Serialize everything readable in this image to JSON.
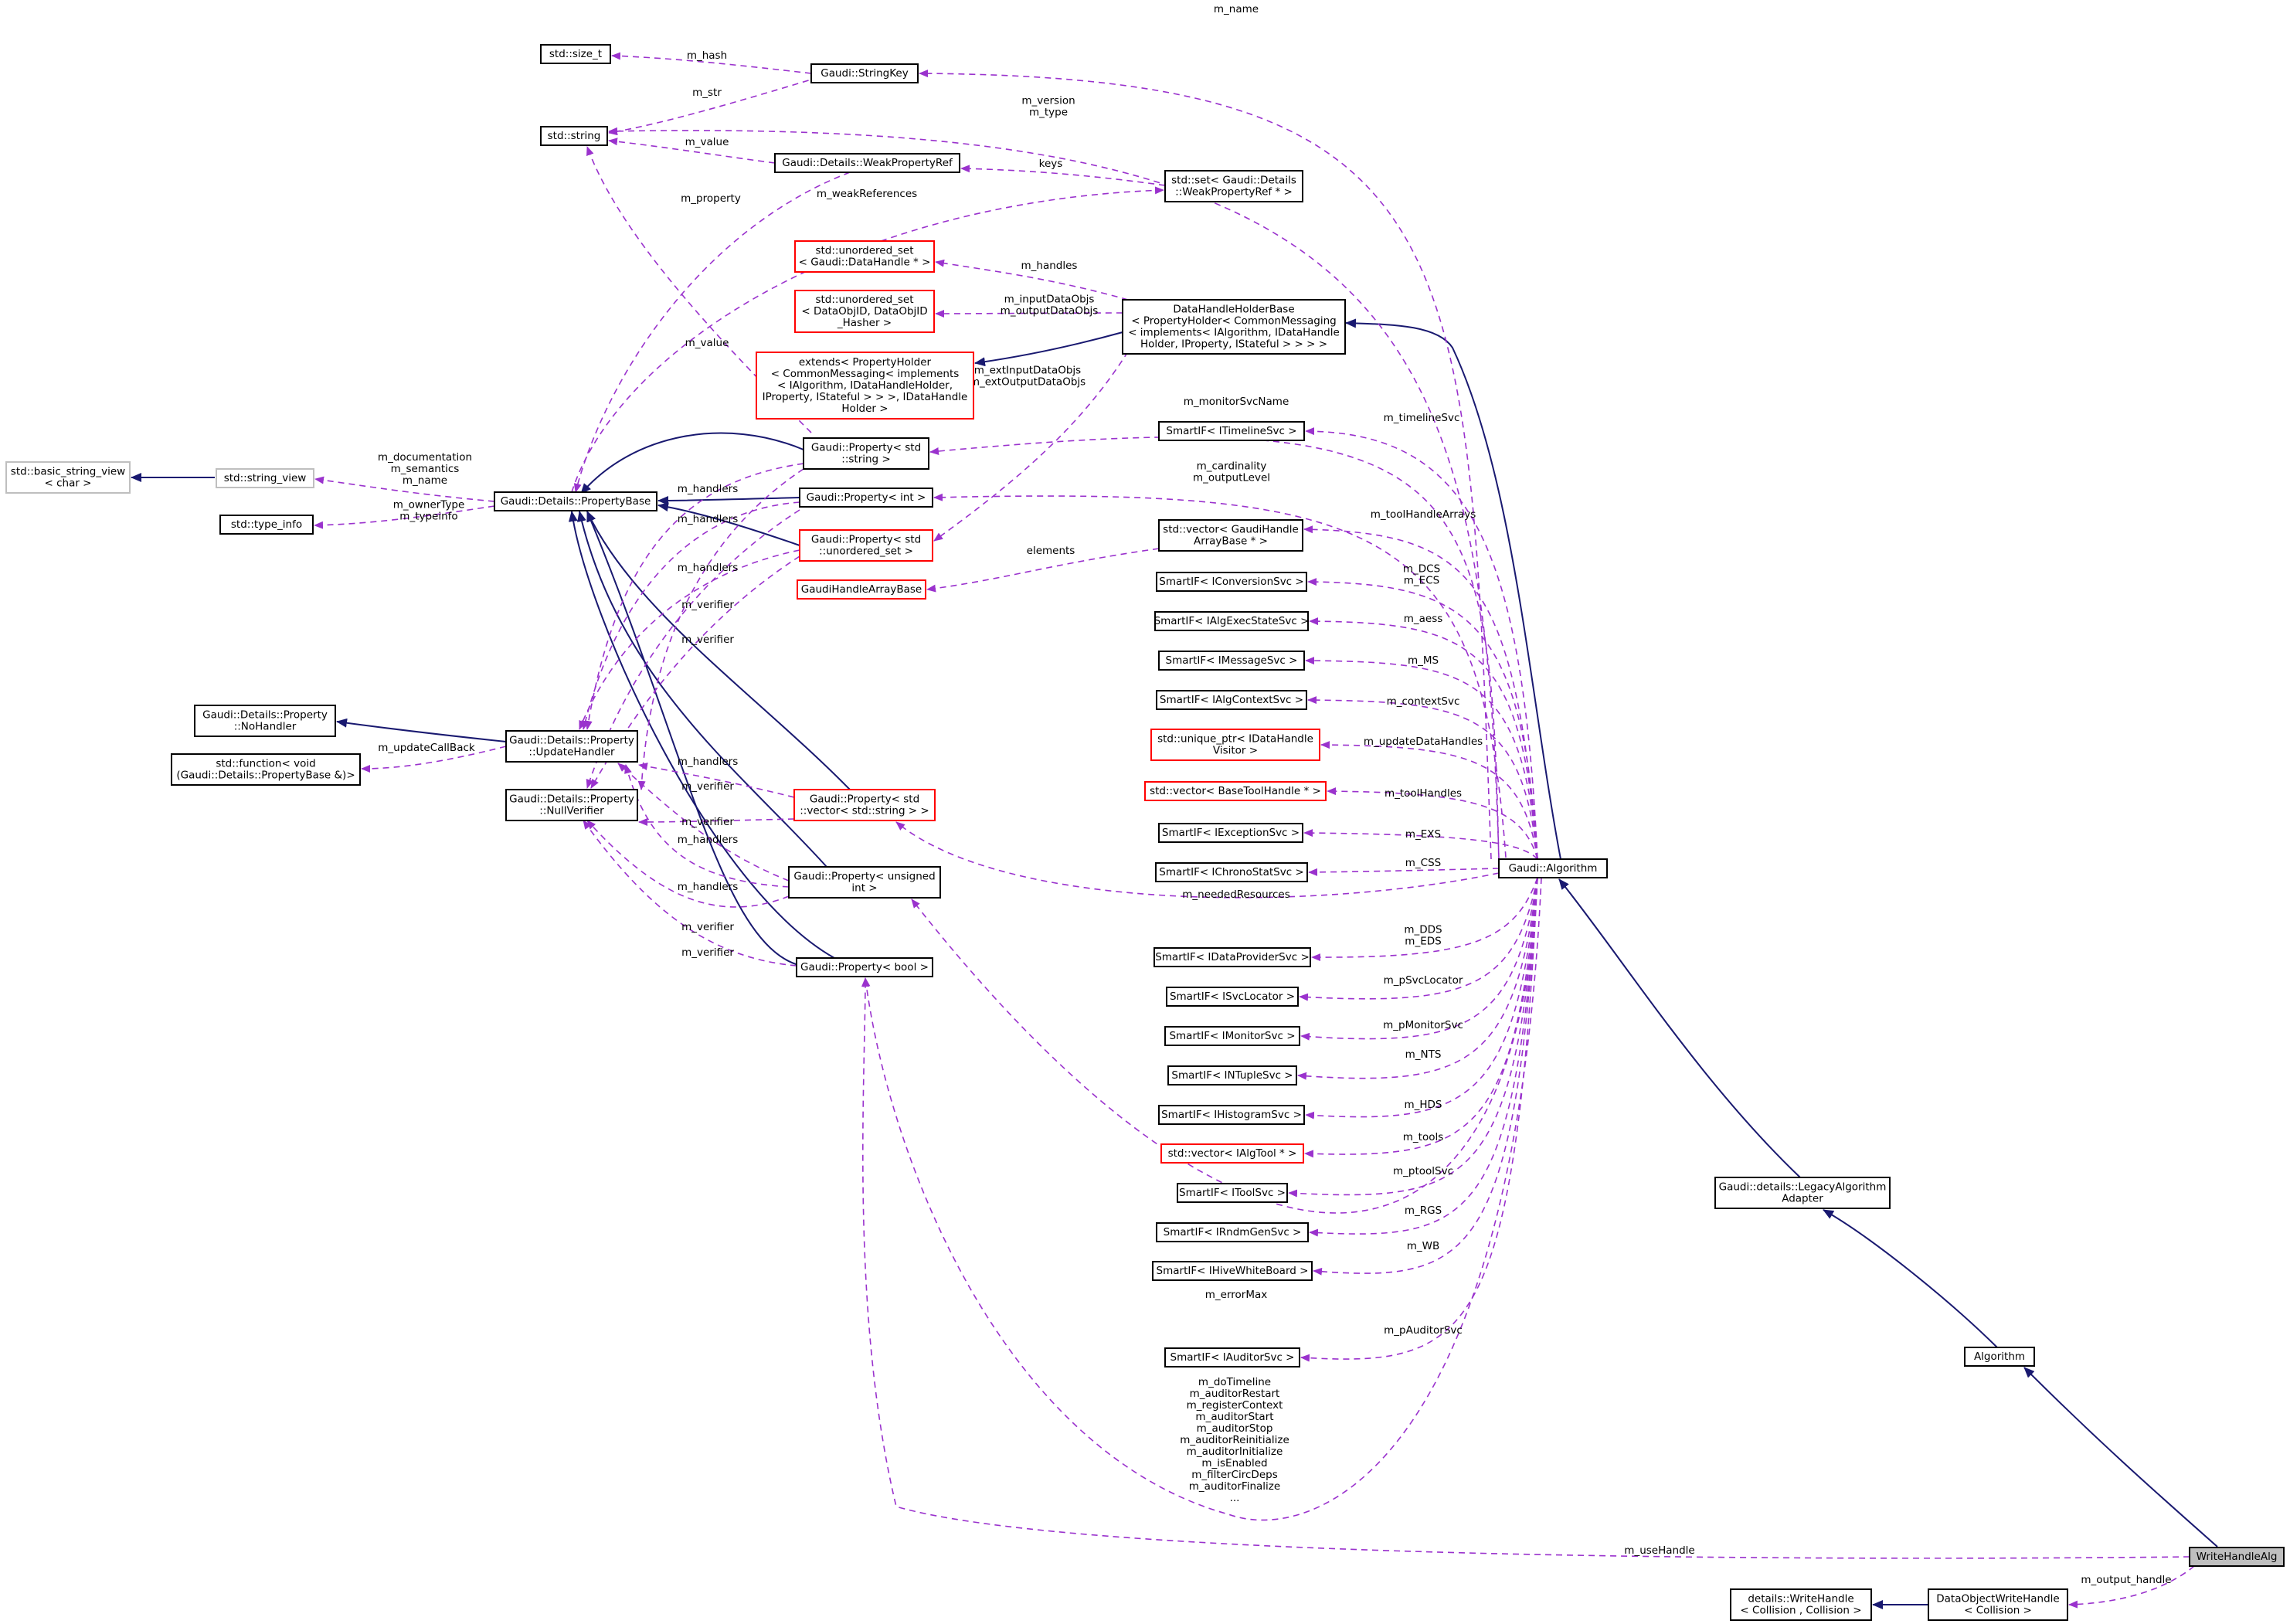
{
  "diagram": {
    "colors": {
      "normal_border": "#000000",
      "red_border": "#ff0000",
      "gray_border": "#bfbfbf",
      "highlight_fill": "#bfbfbf",
      "inheritance_edge": "#191970",
      "usage_edge": "#9a32cd"
    },
    "nodes": [
      {
        "id": "size_t",
        "lines": [
          "std::size_t"
        ],
        "style": "normal"
      },
      {
        "id": "stringkey",
        "lines": [
          "Gaudi::StringKey"
        ],
        "style": "normal"
      },
      {
        "id": "string",
        "lines": [
          "std::string"
        ],
        "style": "normal"
      },
      {
        "id": "weakref",
        "lines": [
          "Gaudi::Details::WeakPropertyRef"
        ],
        "style": "normal"
      },
      {
        "id": "setweak",
        "lines": [
          "std::set< Gaudi::Details",
          "::WeakPropertyRef * >"
        ],
        "style": "normal"
      },
      {
        "id": "uset_dh",
        "lines": [
          "std::unordered_set",
          "< Gaudi::DataHandle * >"
        ],
        "style": "red"
      },
      {
        "id": "uset_do",
        "lines": [
          "std::unordered_set",
          "< DataObjID, DataObjID",
          "_Hasher >"
        ],
        "style": "red"
      },
      {
        "id": "extends",
        "lines": [
          "extends< PropertyHolder",
          "< CommonMessaging< implements",
          "< IAlgorithm, IDataHandleHolder,",
          "IProperty, IStateful > > >, IDataHandle",
          "Holder >"
        ],
        "style": "red"
      },
      {
        "id": "dhhb",
        "lines": [
          "DataHandleHolderBase",
          "< PropertyHolder< CommonMessaging",
          "< implements< IAlgorithm, IDataHandle",
          "Holder, IProperty, IStateful > > > >"
        ],
        "style": "normal"
      },
      {
        "id": "bsv",
        "lines": [
          "std::basic_string_view",
          "< char >"
        ],
        "style": "gray"
      },
      {
        "id": "sv",
        "lines": [
          "std::string_view"
        ],
        "style": "gray"
      },
      {
        "id": "typeinfo",
        "lines": [
          "std::type_info"
        ],
        "style": "normal"
      },
      {
        "id": "pbase",
        "lines": [
          "Gaudi::Details::PropertyBase"
        ],
        "style": "normal"
      },
      {
        "id": "pstring",
        "lines": [
          "Gaudi::Property< std",
          "::string >"
        ],
        "style": "normal"
      },
      {
        "id": "pint",
        "lines": [
          "Gaudi::Property< int >"
        ],
        "style": "normal"
      },
      {
        "id": "puset",
        "lines": [
          "Gaudi::Property< std",
          "::unordered_set >"
        ],
        "style": "red"
      },
      {
        "id": "ghab",
        "lines": [
          "GaudiHandleArrayBase"
        ],
        "style": "red"
      },
      {
        "id": "nohandler",
        "lines": [
          "Gaudi::Details::Property",
          "::NoHandler"
        ],
        "style": "normal"
      },
      {
        "id": "function",
        "lines": [
          "std::function< void",
          "(Gaudi::Details::PropertyBase &)>"
        ],
        "style": "normal"
      },
      {
        "id": "updh",
        "lines": [
          "Gaudi::Details::Property",
          "::UpdateHandler"
        ],
        "style": "normal"
      },
      {
        "id": "nullv",
        "lines": [
          "Gaudi::Details::Property",
          "::NullVerifier"
        ],
        "style": "normal"
      },
      {
        "id": "pvec",
        "lines": [
          "Gaudi::Property< std",
          "::vector< std::string > >"
        ],
        "style": "red"
      },
      {
        "id": "puint",
        "lines": [
          "Gaudi::Property< unsigned",
          "int >"
        ],
        "style": "normal"
      },
      {
        "id": "pbool",
        "lines": [
          "Gaudi::Property< bool >"
        ],
        "style": "normal"
      },
      {
        "id": "s_timeline",
        "lines": [
          "SmartIF< ITimelineSvc >"
        ],
        "style": "normal"
      },
      {
        "id": "v_ghab",
        "lines": [
          "std::vector< GaudiHandle",
          "ArrayBase * >"
        ],
        "style": "normal"
      },
      {
        "id": "s_conv",
        "lines": [
          "SmartIF< IConversionSvc >"
        ],
        "style": "normal"
      },
      {
        "id": "s_aess",
        "lines": [
          "SmartIF< IAlgExecStateSvc >"
        ],
        "style": "normal"
      },
      {
        "id": "s_msg",
        "lines": [
          "SmartIF< IMessageSvc >"
        ],
        "style": "normal"
      },
      {
        "id": "s_ctx",
        "lines": [
          "SmartIF< IAlgContextSvc >"
        ],
        "style": "normal"
      },
      {
        "id": "uptr",
        "lines": [
          "std::unique_ptr< IDataHandle",
          "Visitor >"
        ],
        "style": "red"
      },
      {
        "id": "v_bth",
        "lines": [
          "std::vector< BaseToolHandle * >"
        ],
        "style": "red"
      },
      {
        "id": "s_exc",
        "lines": [
          "SmartIF< IExceptionSvc >"
        ],
        "style": "normal"
      },
      {
        "id": "s_chrono",
        "lines": [
          "SmartIF< IChronoStatSvc >"
        ],
        "style": "normal"
      },
      {
        "id": "algorithm",
        "lines": [
          "Gaudi::Algorithm"
        ],
        "style": "normal"
      },
      {
        "id": "s_dps",
        "lines": [
          "SmartIF< IDataProviderSvc >"
        ],
        "style": "normal"
      },
      {
        "id": "s_svcloc",
        "lines": [
          "SmartIF< ISvcLocator >"
        ],
        "style": "normal"
      },
      {
        "id": "s_mon",
        "lines": [
          "SmartIF< IMonitorSvc >"
        ],
        "style": "normal"
      },
      {
        "id": "s_ntuple",
        "lines": [
          "SmartIF< INTupleSvc >"
        ],
        "style": "normal"
      },
      {
        "id": "s_hist",
        "lines": [
          "SmartIF< IHistogramSvc >"
        ],
        "style": "normal"
      },
      {
        "id": "v_algtool",
        "lines": [
          "std::vector< IAlgTool * >"
        ],
        "style": "red"
      },
      {
        "id": "s_tool",
        "lines": [
          "SmartIF< IToolSvc >"
        ],
        "style": "normal"
      },
      {
        "id": "s_rndm",
        "lines": [
          "SmartIF< IRndmGenSvc >"
        ],
        "style": "normal"
      },
      {
        "id": "s_hive",
        "lines": [
          "SmartIF< IHiveWhiteBoard >"
        ],
        "style": "normal"
      },
      {
        "id": "s_aud",
        "lines": [
          "SmartIF< IAuditorSvc >"
        ],
        "style": "normal"
      },
      {
        "id": "legacy",
        "lines": [
          "Gaudi::details::LegacyAlgorithm",
          "Adapter"
        ],
        "style": "normal"
      },
      {
        "id": "alg2",
        "lines": [
          "Algorithm"
        ],
        "style": "normal"
      },
      {
        "id": "wha",
        "lines": [
          "WriteHandleAlg"
        ],
        "style": "highlight"
      },
      {
        "id": "dowh",
        "lines": [
          "DataObjectWriteHandle",
          "< Collision >"
        ],
        "style": "normal"
      },
      {
        "id": "wh",
        "lines": [
          "details::WriteHandle",
          "< Collision , Collision >"
        ],
        "style": "normal"
      }
    ],
    "edge_labels": [
      {
        "id": "m_name_top",
        "lines": [
          "m_name"
        ]
      },
      {
        "id": "m_hash",
        "lines": [
          "m_hash"
        ]
      },
      {
        "id": "m_str",
        "lines": [
          "m_str"
        ]
      },
      {
        "id": "m_version",
        "lines": [
          "m_version",
          "m_type"
        ]
      },
      {
        "id": "m_value_top",
        "lines": [
          "m_value"
        ]
      },
      {
        "id": "keys",
        "lines": [
          "keys"
        ]
      },
      {
        "id": "m_property",
        "lines": [
          "m_property"
        ]
      },
      {
        "id": "m_weakref",
        "lines": [
          "m_weakReferences"
        ]
      },
      {
        "id": "m_handles",
        "lines": [
          "m_handles"
        ]
      },
      {
        "id": "m_inout",
        "lines": [
          "m_inputDataObjs",
          "m_outputDataObjs"
        ]
      },
      {
        "id": "m_value2",
        "lines": [
          "m_value"
        ]
      },
      {
        "id": "m_extinout",
        "lines": [
          "m_extInputDataObjs",
          "m_extOutputDataObjs"
        ]
      },
      {
        "id": "m_monsvcname",
        "lines": [
          "m_monitorSvcName"
        ]
      },
      {
        "id": "m_timeline",
        "lines": [
          "m_timelineSvc"
        ]
      },
      {
        "id": "m_doc",
        "lines": [
          "m_documentation",
          "m_semantics",
          "m_name"
        ]
      },
      {
        "id": "m_card",
        "lines": [
          "m_cardinality",
          "m_outputLevel"
        ]
      },
      {
        "id": "m_owner",
        "lines": [
          "m_ownerType",
          "m_typeinfo"
        ]
      },
      {
        "id": "m_tha",
        "lines": [
          "m_toolHandleArrays"
        ]
      },
      {
        "id": "h1",
        "lines": [
          "m_handlers"
        ]
      },
      {
        "id": "h2",
        "lines": [
          "m_handlers"
        ]
      },
      {
        "id": "elements",
        "lines": [
          "elements"
        ]
      },
      {
        "id": "h3",
        "lines": [
          "m_handlers"
        ]
      },
      {
        "id": "m_dcs",
        "lines": [
          "m_DCS",
          "m_ECS"
        ]
      },
      {
        "id": "v1",
        "lines": [
          "m_verifier"
        ]
      },
      {
        "id": "m_aess",
        "lines": [
          "m_aess"
        ]
      },
      {
        "id": "v2",
        "lines": [
          "m_verifier"
        ]
      },
      {
        "id": "m_ms",
        "lines": [
          "m_MS"
        ]
      },
      {
        "id": "m_ctx",
        "lines": [
          "m_contextSvc"
        ]
      },
      {
        "id": "m_updcb",
        "lines": [
          "m_updateCallBack"
        ]
      },
      {
        "id": "m_udh",
        "lines": [
          "m_updateDataHandles"
        ]
      },
      {
        "id": "h4",
        "lines": [
          "m_handlers"
        ]
      },
      {
        "id": "m_th",
        "lines": [
          "m_toolHandles"
        ]
      },
      {
        "id": "v3",
        "lines": [
          "m_verifier"
        ]
      },
      {
        "id": "v4",
        "lines": [
          "m_verifier"
        ]
      },
      {
        "id": "h5",
        "lines": [
          "m_handlers"
        ]
      },
      {
        "id": "m_exs",
        "lines": [
          "m_EXS"
        ]
      },
      {
        "id": "m_css",
        "lines": [
          "m_CSS"
        ]
      },
      {
        "id": "h6",
        "lines": [
          "m_handlers"
        ]
      },
      {
        "id": "m_needed",
        "lines": [
          "m_neededResources"
        ]
      },
      {
        "id": "v5",
        "lines": [
          "m_verifier"
        ]
      },
      {
        "id": "m_dds",
        "lines": [
          "m_DDS",
          "m_EDS"
        ]
      },
      {
        "id": "v6",
        "lines": [
          "m_verifier"
        ]
      },
      {
        "id": "m_psl",
        "lines": [
          "m_pSvcLocator"
        ]
      },
      {
        "id": "m_pmon",
        "lines": [
          "m_pMonitorSvc"
        ]
      },
      {
        "id": "m_nts",
        "lines": [
          "m_NTS"
        ]
      },
      {
        "id": "m_hds",
        "lines": [
          "m_HDS"
        ]
      },
      {
        "id": "m_tools",
        "lines": [
          "m_tools"
        ]
      },
      {
        "id": "m_ptool",
        "lines": [
          "m_ptoolSvc"
        ]
      },
      {
        "id": "m_rgs",
        "lines": [
          "m_RGS"
        ]
      },
      {
        "id": "m_wb",
        "lines": [
          "m_WB"
        ]
      },
      {
        "id": "m_errmax",
        "lines": [
          "m_errorMax"
        ]
      },
      {
        "id": "m_paud",
        "lines": [
          "m_pAuditorSvc"
        ]
      },
      {
        "id": "m_flags",
        "lines": [
          "m_doTimeline",
          "m_auditorRestart",
          "m_registerContext",
          "m_auditorStart",
          "m_auditorStop",
          "m_auditorReinitialize",
          "m_auditorInitialize",
          "m_isEnabled",
          "m_filterCircDeps",
          "m_auditorFinalize",
          "..."
        ]
      },
      {
        "id": "m_usehandle",
        "lines": [
          "m_useHandle"
        ]
      },
      {
        "id": "m_outhandle",
        "lines": [
          "m_output_handle"
        ]
      }
    ]
  }
}
